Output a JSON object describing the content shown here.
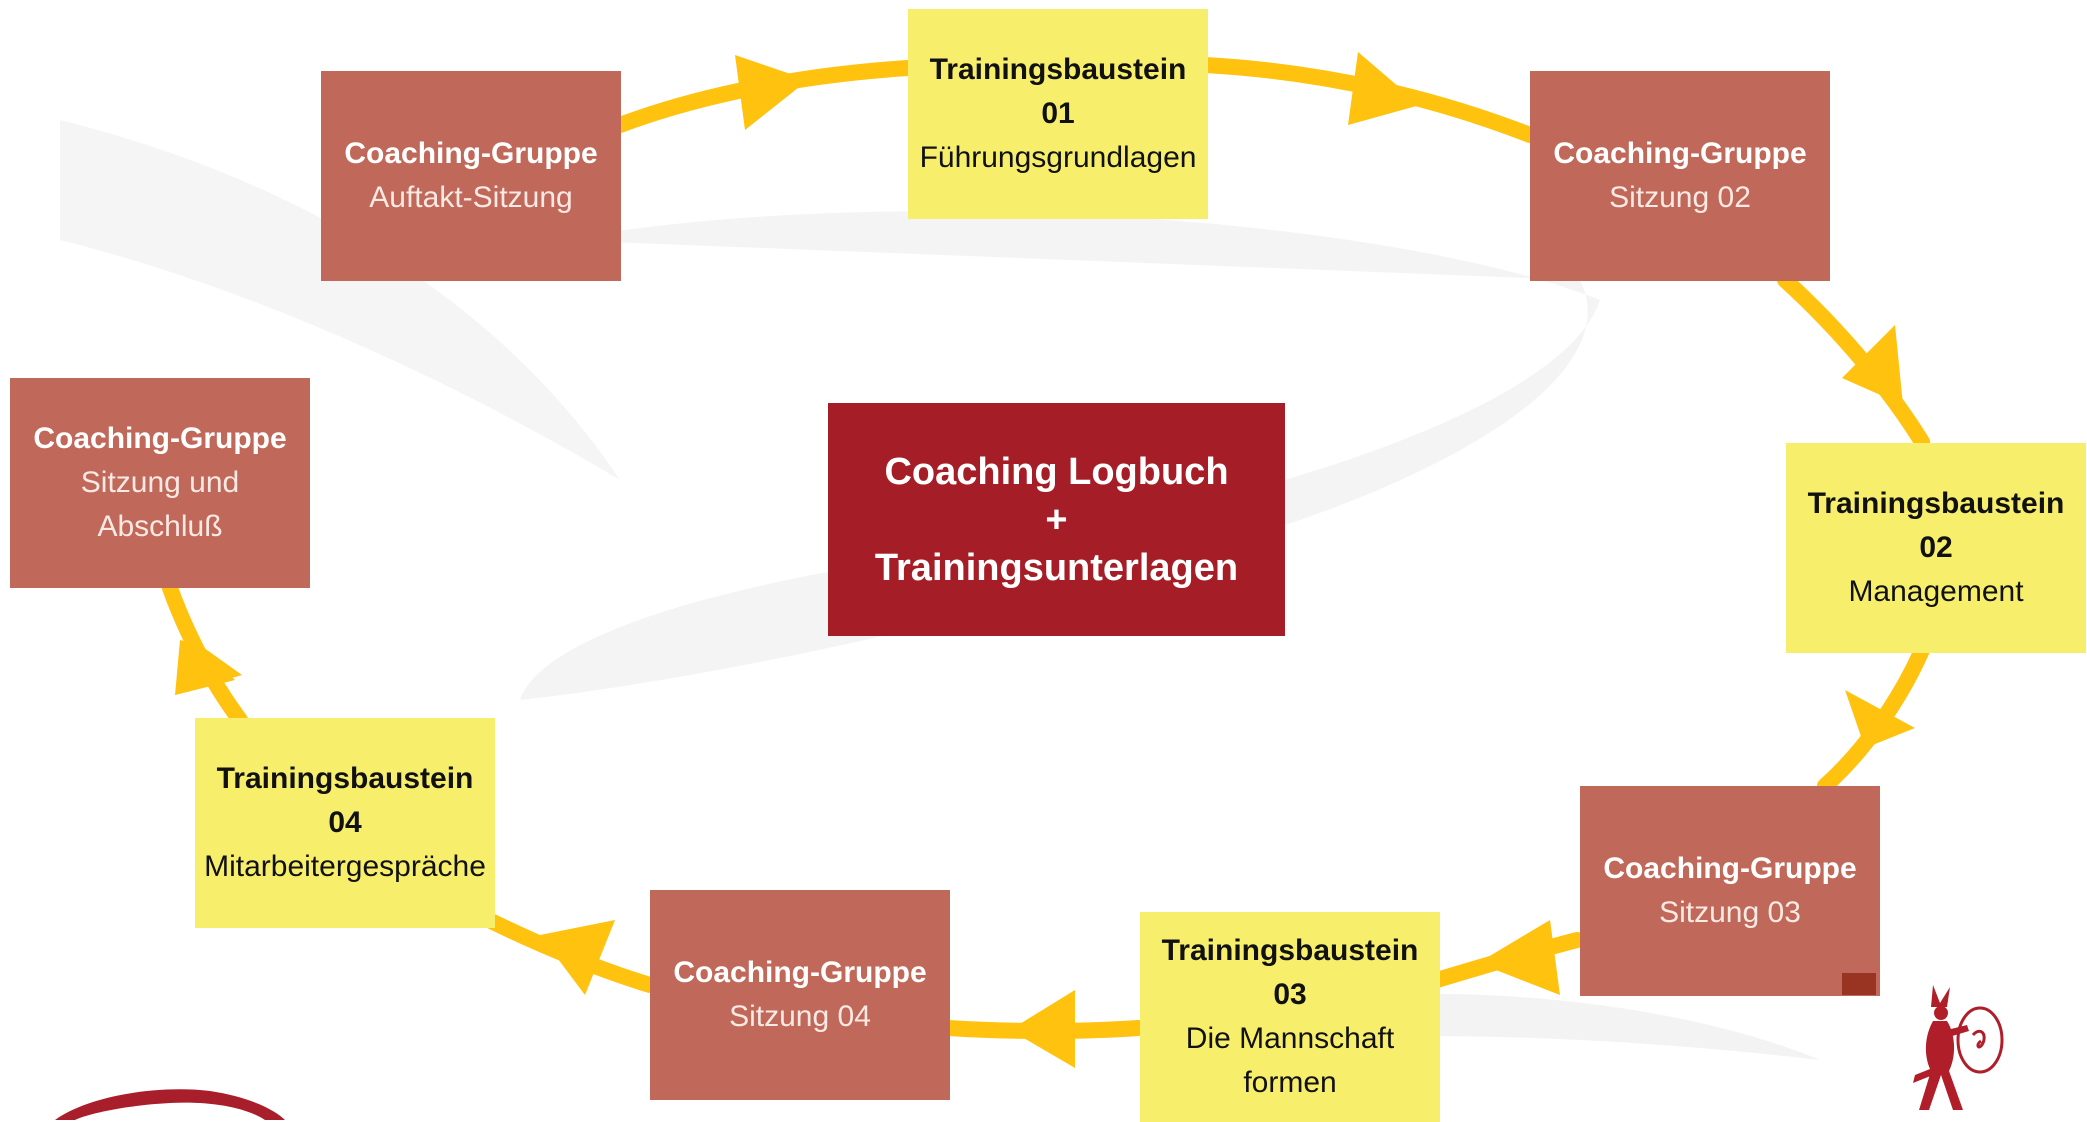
{
  "colors": {
    "coaching": "#c0695a",
    "training": "#f7ef6c",
    "center": "#a51e27",
    "arrow": "#fec20f"
  },
  "center": {
    "line1": "Coaching Logbuch",
    "line2": "+",
    "line3": "Trainingsunterlagen"
  },
  "nodes": {
    "auftakt": {
      "title": "Coaching-Gruppe",
      "sub": "Auftakt-Sitzung"
    },
    "tb01": {
      "title": "Trainingsbaustein",
      "num": "01",
      "sub": "Führungsgrundlagen"
    },
    "sitzung02": {
      "title": "Coaching-Gruppe",
      "sub": "Sitzung 02"
    },
    "tb02": {
      "title": "Trainingsbaustein",
      "num": "02",
      "sub": "Management"
    },
    "sitzung03": {
      "title": "Coaching-Gruppe",
      "sub": "Sitzung 03"
    },
    "tb03": {
      "title": "Trainingsbaustein",
      "num": "03",
      "sub1": "Die Mannschaft",
      "sub2": "formen"
    },
    "sitzung04": {
      "title": "Coaching-Gruppe",
      "sub": "Sitzung 04"
    },
    "tb04": {
      "title": "Trainingsbaustein",
      "num": "04",
      "sub": "Mitarbeitergespräche"
    },
    "abschluss": {
      "title": "Coaching-Gruppe",
      "sub1": "Sitzung und",
      "sub2": "Abschluß"
    }
  },
  "icons": [
    "jester-logo-icon",
    "red-swoosh-logo-icon"
  ]
}
